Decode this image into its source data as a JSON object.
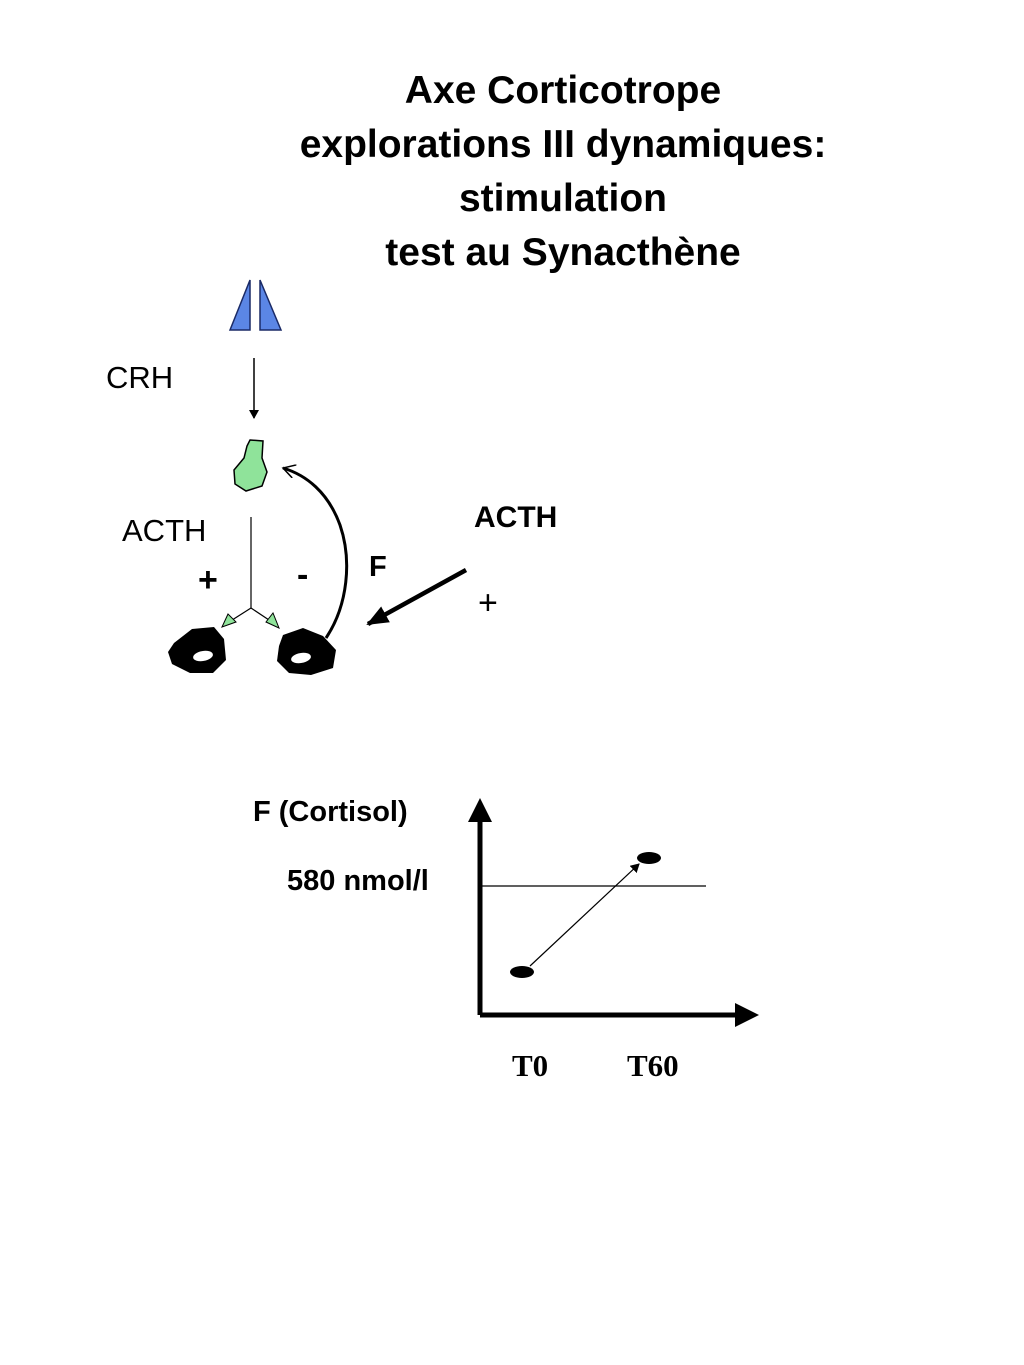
{
  "title": {
    "lines": [
      "Axe Corticotrope",
      "explorations III dynamiques:",
      "stimulation",
      "test au Synacthène"
    ]
  },
  "axis_diagram": {
    "crh_label": "CRH",
    "acth_label": "ACTH",
    "plus_label": "+",
    "minus_label": "-",
    "f_label": "F",
    "exogenous_acth_label": "ACTH",
    "exogenous_plus_label": "+",
    "colors": {
      "hypothalamus": "#5b86e5",
      "pituitary": "#8fe39a",
      "adrenals": "#000000"
    },
    "icons": [
      "hypothalamus-icon",
      "pituitary-icon",
      "adrenal-gland-icon"
    ]
  },
  "chart_data": {
    "type": "line",
    "ylabel": "F (Cortisol)",
    "threshold_label": "580 nmol/l",
    "threshold_value": 580,
    "categories": [
      "T0",
      "T60"
    ],
    "points": [
      {
        "x": "T0",
        "position": "below threshold"
      },
      {
        "x": "T60",
        "position": "above threshold"
      }
    ]
  }
}
